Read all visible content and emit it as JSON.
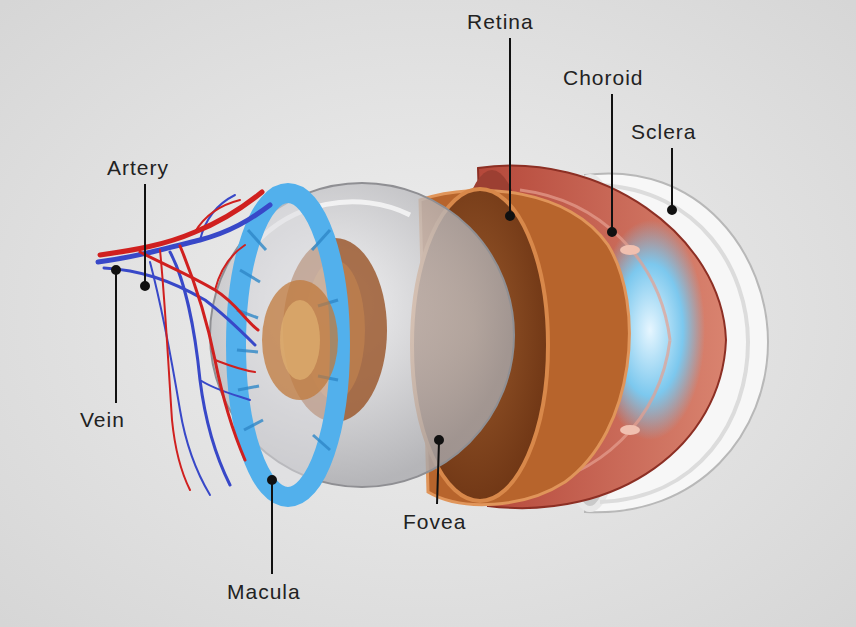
{
  "diagram": {
    "labels": [
      "Retina",
      "Choroid",
      "Sclera",
      "Artery",
      "Vein",
      "Macula",
      "Fovea"
    ]
  }
}
